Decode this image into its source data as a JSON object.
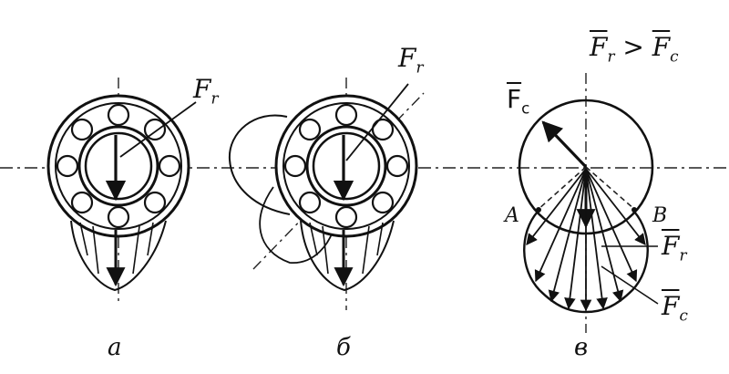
{
  "figures": [
    {
      "caption": "а",
      "force_label": "F",
      "force_sub": "r"
    },
    {
      "caption": "б",
      "force_label": "F",
      "force_sub": "r"
    },
    {
      "caption": "в",
      "condition_left": "F",
      "condition_left_sub": "r",
      "condition_op": " > ",
      "condition_right": "F",
      "condition_right_sub": "c",
      "fc_label_top": "F",
      "fc_label_top_sub": "c",
      "point_a": "A",
      "point_b": "B",
      "fr_label": "F",
      "fr_label_sub": "r",
      "fc_label_bottom": "F",
      "fc_label_bottom_sub": "c"
    }
  ],
  "colors": {
    "ink": "#111111",
    "background": "#ffffff"
  }
}
